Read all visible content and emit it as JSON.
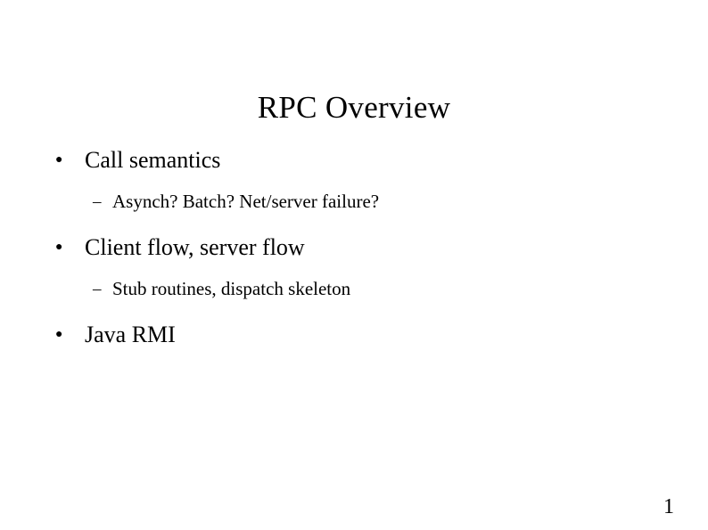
{
  "slide": {
    "title": "RPC Overview",
    "background_color": "#ffffff",
    "text_color": "#000000",
    "page_number": "1",
    "outline": [
      {
        "level": 1,
        "marker": "●",
        "marker_name": "disc-bullet-icon",
        "text": "Call semantics"
      },
      {
        "level": 2,
        "marker": "–",
        "marker_name": "dash-bullet-icon",
        "text": "Asynch? Batch? Net/server failure?"
      },
      {
        "level": 1,
        "marker": "●",
        "marker_name": "disc-bullet-icon",
        "text": "Client flow, server flow"
      },
      {
        "level": 2,
        "marker": "–",
        "marker_name": "dash-bullet-icon",
        "text": "Stub routines, dispatch skeleton"
      },
      {
        "level": 1,
        "marker": "●",
        "marker_name": "disc-bullet-icon",
        "text": "Java RMI"
      }
    ]
  }
}
